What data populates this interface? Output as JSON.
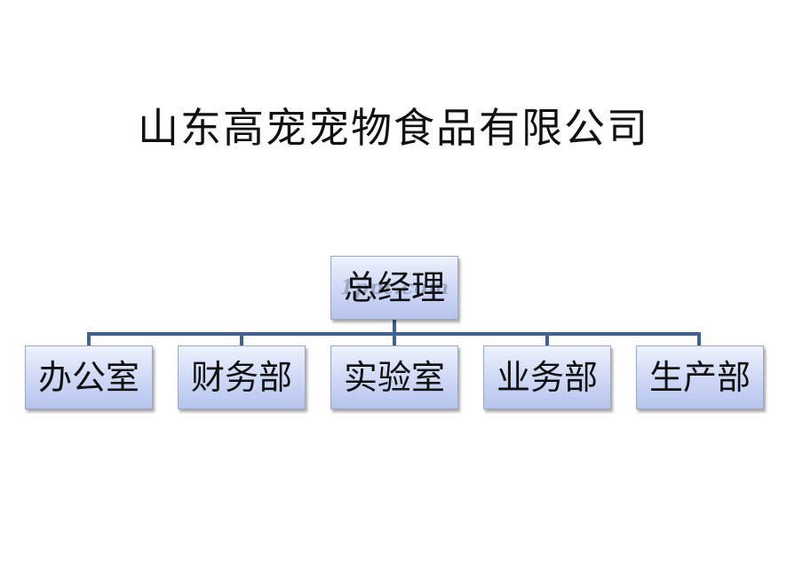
{
  "title": "山东高宠宠物食品有限公司",
  "org": {
    "top": {
      "label": "总经理",
      "watermark": "1ppt.com"
    },
    "departments": [
      {
        "label": "办公室"
      },
      {
        "label": "财务部"
      },
      {
        "label": "实验室"
      },
      {
        "label": "业务部"
      },
      {
        "label": "生产部"
      }
    ]
  },
  "colors": {
    "connector": "#41618f",
    "node_border": "#9aa9c4",
    "node_fill_top": "#eef2fd",
    "node_fill_bottom": "#b6c4ee",
    "text": "#111111"
  }
}
